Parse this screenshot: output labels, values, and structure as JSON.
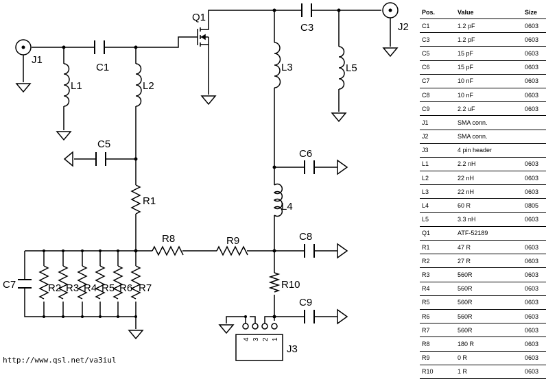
{
  "labels": {
    "J1": "J1",
    "J2": "J2",
    "J3": "J3",
    "Q1": "Q1",
    "C1": "C1",
    "C3": "C3",
    "C5": "C5",
    "C6": "C6",
    "C7": "C7",
    "C8": "C8",
    "C9": "C9",
    "L1": "L1",
    "L2": "L2",
    "L3": "L3",
    "L4": "L4",
    "L5": "L5",
    "R1": "R1",
    "R2": "R2",
    "R3": "R3",
    "R4": "R4",
    "R5": "R5",
    "R6": "R6",
    "R7": "R7",
    "R8": "R8",
    "R9": "R9",
    "R10": "R10"
  },
  "pins": [
    "4",
    "3",
    "2",
    "1"
  ],
  "url": "http://www.qsl.net/va3iul",
  "bom": {
    "headers": {
      "pos": "Pos.",
      "value": "Value",
      "size": "Size"
    },
    "rows": [
      {
        "pos": "C1",
        "value": "1.2 pF",
        "size": "0603"
      },
      {
        "pos": "C3",
        "value": "1.2 pF",
        "size": "0603"
      },
      {
        "pos": "C5",
        "value": "15 pF",
        "size": "0603"
      },
      {
        "pos": "C6",
        "value": "15 pF",
        "size": "0603"
      },
      {
        "pos": "C7",
        "value": "10 nF",
        "size": "0603"
      },
      {
        "pos": "C8",
        "value": "10 nF",
        "size": "0603"
      },
      {
        "pos": "C9",
        "value": "2.2 uF",
        "size": "0603"
      },
      {
        "pos": "J1",
        "value": "SMA conn.",
        "size": ""
      },
      {
        "pos": "J2",
        "value": "SMA conn.",
        "size": ""
      },
      {
        "pos": "J3",
        "value": "4 pin header",
        "size": ""
      },
      {
        "pos": "L1",
        "value": "2.2 nH",
        "size": "0603"
      },
      {
        "pos": "L2",
        "value": "22 nH",
        "size": "0603"
      },
      {
        "pos": "L3",
        "value": "22 nH",
        "size": "0603"
      },
      {
        "pos": "L4",
        "value": "60 R",
        "size": "0805"
      },
      {
        "pos": "L5",
        "value": "3.3 nH",
        "size": "0603"
      },
      {
        "pos": "Q1",
        "value": "ATF-52189",
        "size": ""
      },
      {
        "pos": "R1",
        "value": "47 R",
        "size": "0603"
      },
      {
        "pos": "R2",
        "value": "27 R",
        "size": "0603"
      },
      {
        "pos": "R3",
        "value": "560R",
        "size": "0603"
      },
      {
        "pos": "R4",
        "value": "560R",
        "size": "0603"
      },
      {
        "pos": "R5",
        "value": "560R",
        "size": "0603"
      },
      {
        "pos": "R6",
        "value": "560R",
        "size": "0603"
      },
      {
        "pos": "R7",
        "value": "560R",
        "size": "0603"
      },
      {
        "pos": "R8",
        "value": "180 R",
        "size": "0603"
      },
      {
        "pos": "R9",
        "value": "0 R",
        "size": "0603"
      },
      {
        "pos": "R10",
        "value": "1 R",
        "size": "0603"
      }
    ]
  }
}
